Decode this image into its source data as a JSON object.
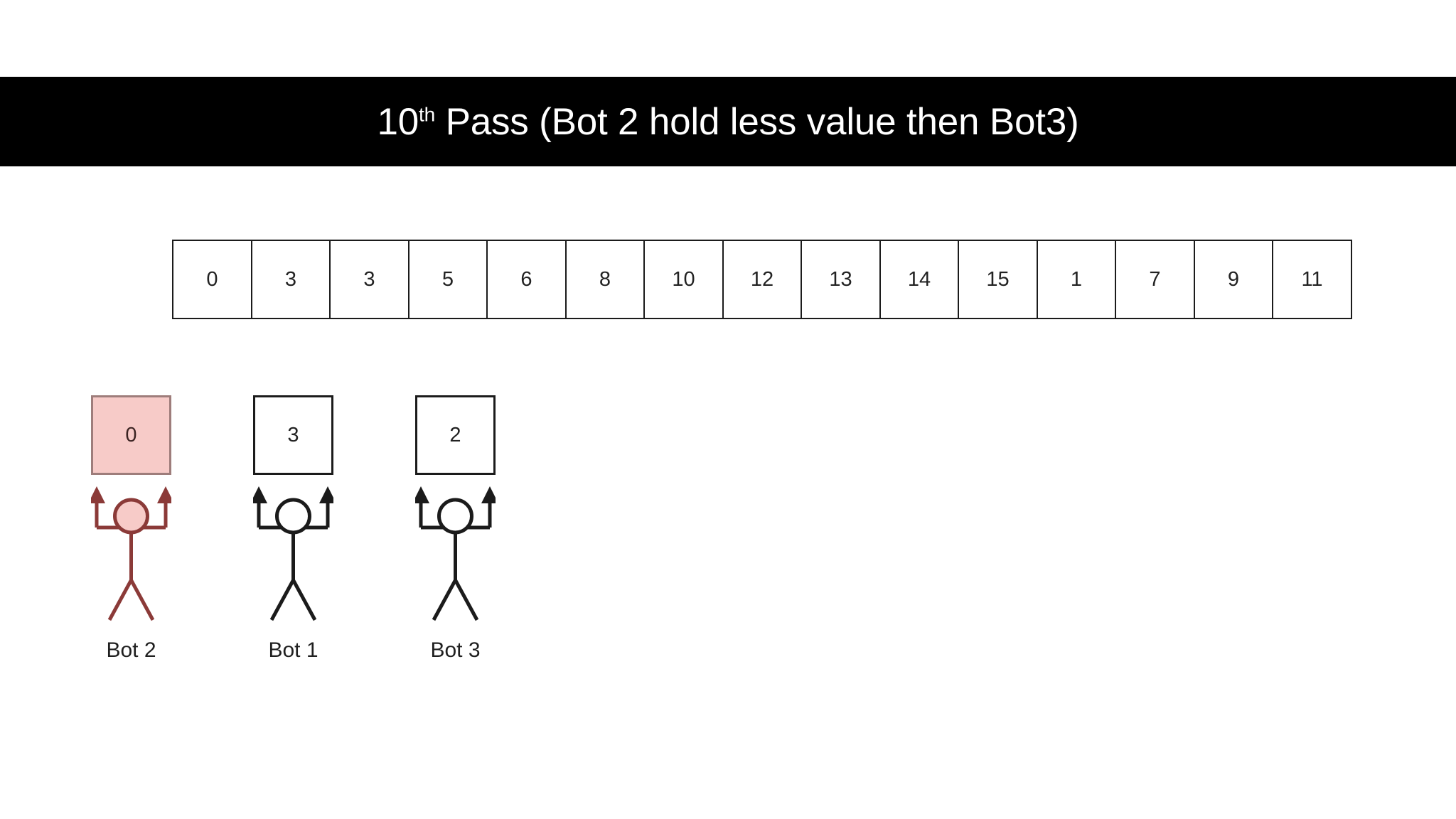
{
  "slide": {
    "title": {
      "prefix": "10",
      "ordinal_suffix": "th",
      "rest": " Pass (Bot 2 hold less value then Bot3)",
      "full_text": "10th Pass (Bot 2 hold less value then Bot3)"
    },
    "background_color": "#ffffff",
    "banner_color": "#000000",
    "banner_text_color": "#ffffff"
  },
  "array": {
    "name": "array-strip",
    "cells": [
      {
        "value": "0"
      },
      {
        "value": "3"
      },
      {
        "value": "3"
      },
      {
        "value": "5"
      },
      {
        "value": "6"
      },
      {
        "value": "8"
      },
      {
        "value": "10"
      },
      {
        "value": "12"
      },
      {
        "value": "13"
      },
      {
        "value": "14"
      },
      {
        "value": "15"
      },
      {
        "value": "1"
      },
      {
        "value": "7"
      },
      {
        "value": "9"
      },
      {
        "value": "11"
      }
    ],
    "border_color": "#1b1b1b",
    "cell_fill": "#ffffff"
  },
  "bots": [
    {
      "label": "Bot 2",
      "held_value": "0",
      "highlighted": true,
      "stroke_color": "#8b3a38",
      "fill_color": "#f7cbc8",
      "box_border_color": "#9e7d7b"
    },
    {
      "label": "Bot 1",
      "held_value": "3",
      "highlighted": false,
      "stroke_color": "#1b1b1b",
      "fill_color": "#ffffff",
      "box_border_color": "#1b1b1b"
    },
    {
      "label": "Bot 3",
      "held_value": "2",
      "highlighted": false,
      "stroke_color": "#1b1b1b",
      "fill_color": "#ffffff",
      "box_border_color": "#1b1b1b"
    }
  ]
}
